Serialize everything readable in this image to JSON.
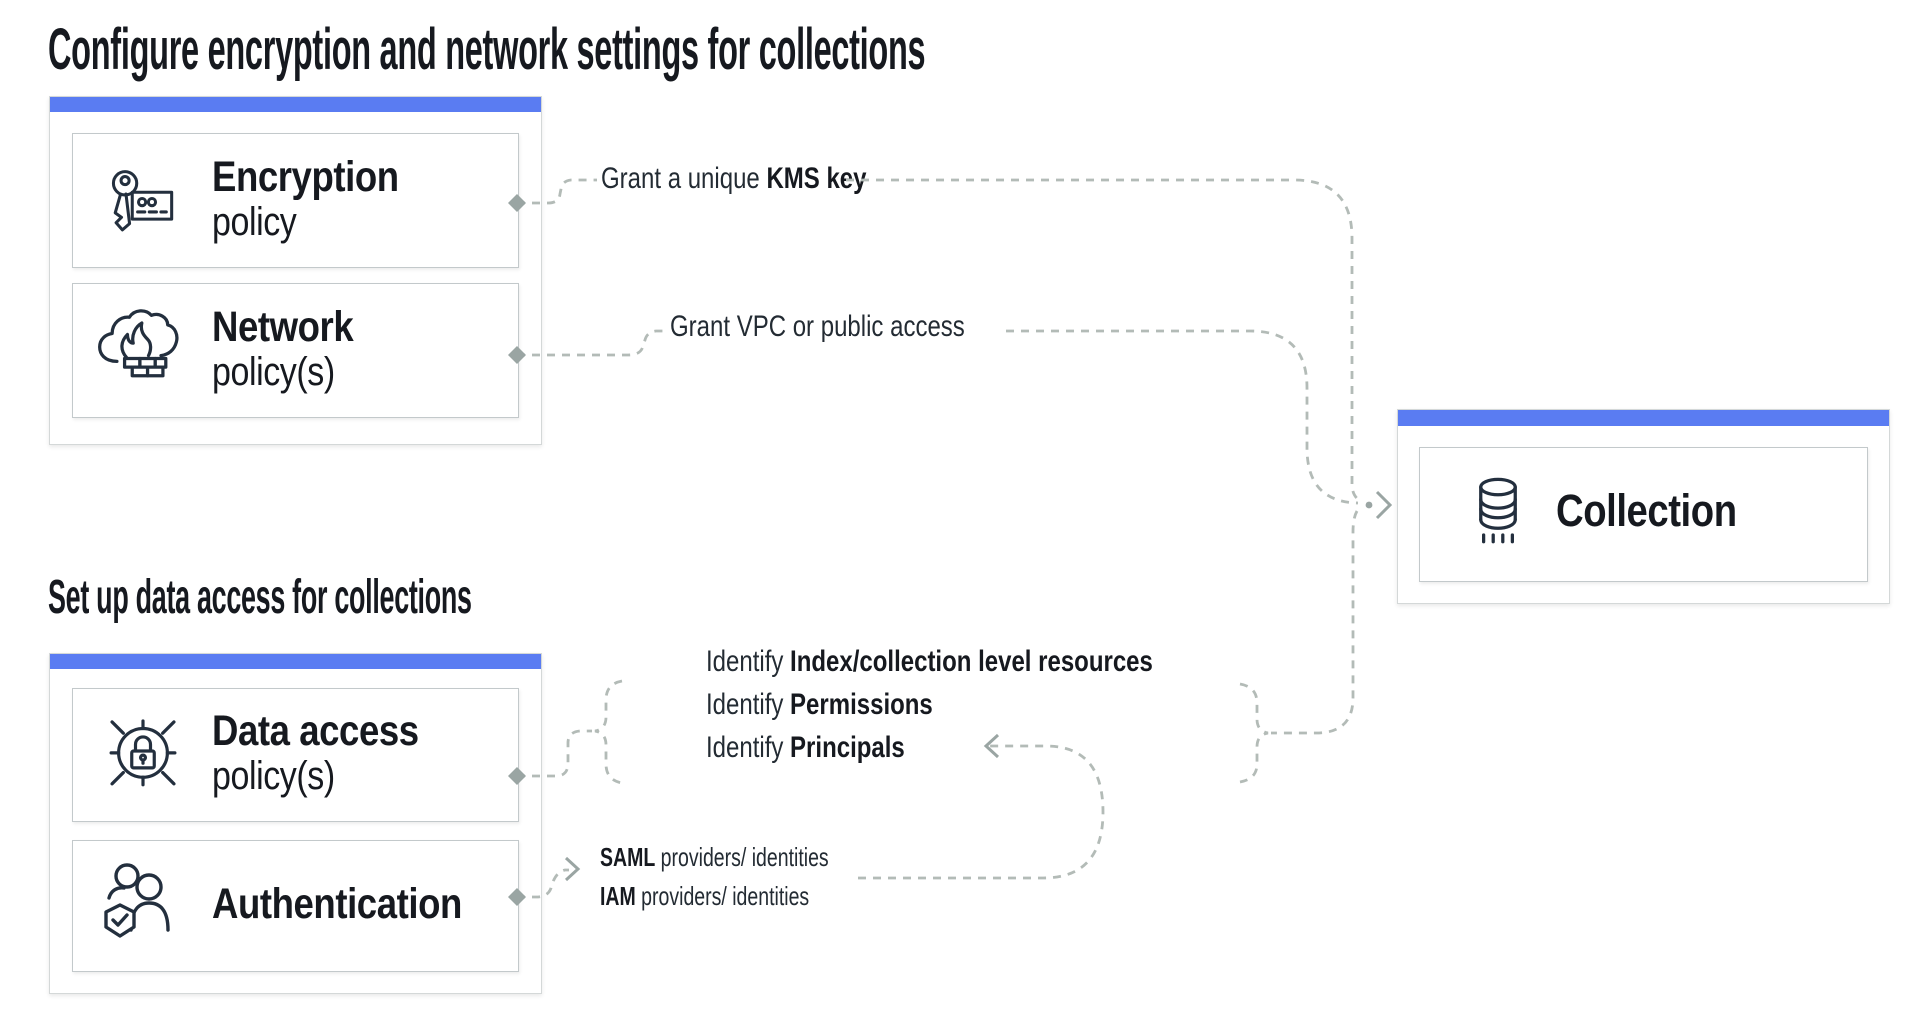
{
  "section1": {
    "title": "Configure encryption and network settings for collections"
  },
  "section2": {
    "title": "Set up data access for collections"
  },
  "policy_card_1": {
    "items": [
      {
        "title": "Encryption",
        "subtitle": "policy",
        "icon": "kms-key-icon"
      },
      {
        "title": "Network",
        "subtitle": "policy(s)",
        "icon": "network-firewall-icon"
      }
    ]
  },
  "policy_card_2": {
    "items": [
      {
        "title": "Data access",
        "subtitle": "policy(s)",
        "icon": "data-access-lock-icon"
      },
      {
        "title": "Authentication",
        "subtitle": "",
        "icon": "users-shield-icon"
      }
    ]
  },
  "collection_card": {
    "title": "Collection",
    "icon": "database-cylinder-icon"
  },
  "annotations": {
    "kms": {
      "prefix": "Grant a unique ",
      "bold": "KMS key"
    },
    "vpc": {
      "text": "Grant VPC or public access"
    },
    "identify": [
      {
        "prefix": "Identify ",
        "bold": "Index/collection level resources"
      },
      {
        "prefix": "Identify ",
        "bold": "Permissions"
      },
      {
        "prefix": "Identify ",
        "bold": "Principals"
      }
    ],
    "providers": [
      {
        "bold": "SAML",
        "rest": " providers/ identities"
      },
      {
        "bold": "IAM",
        "rest": " providers/ identities"
      }
    ]
  },
  "icons": {
    "kms-key-icon": "key with access card",
    "network-firewall-icon": "cloud with flame and brick wall",
    "data-access-lock-icon": "padlock inside target crosshair",
    "users-shield-icon": "two users with shield check",
    "database-cylinder-icon": "database cylinder with dashes"
  },
  "colors": {
    "accent_bar": "#5a7cf2",
    "card_border": "#d4d8d8",
    "box_border": "#c3c9cb",
    "connector": "#b3bbb7",
    "marker": "#9aa5a3",
    "icon_stroke": "#232f3e",
    "text": "#16191f"
  }
}
